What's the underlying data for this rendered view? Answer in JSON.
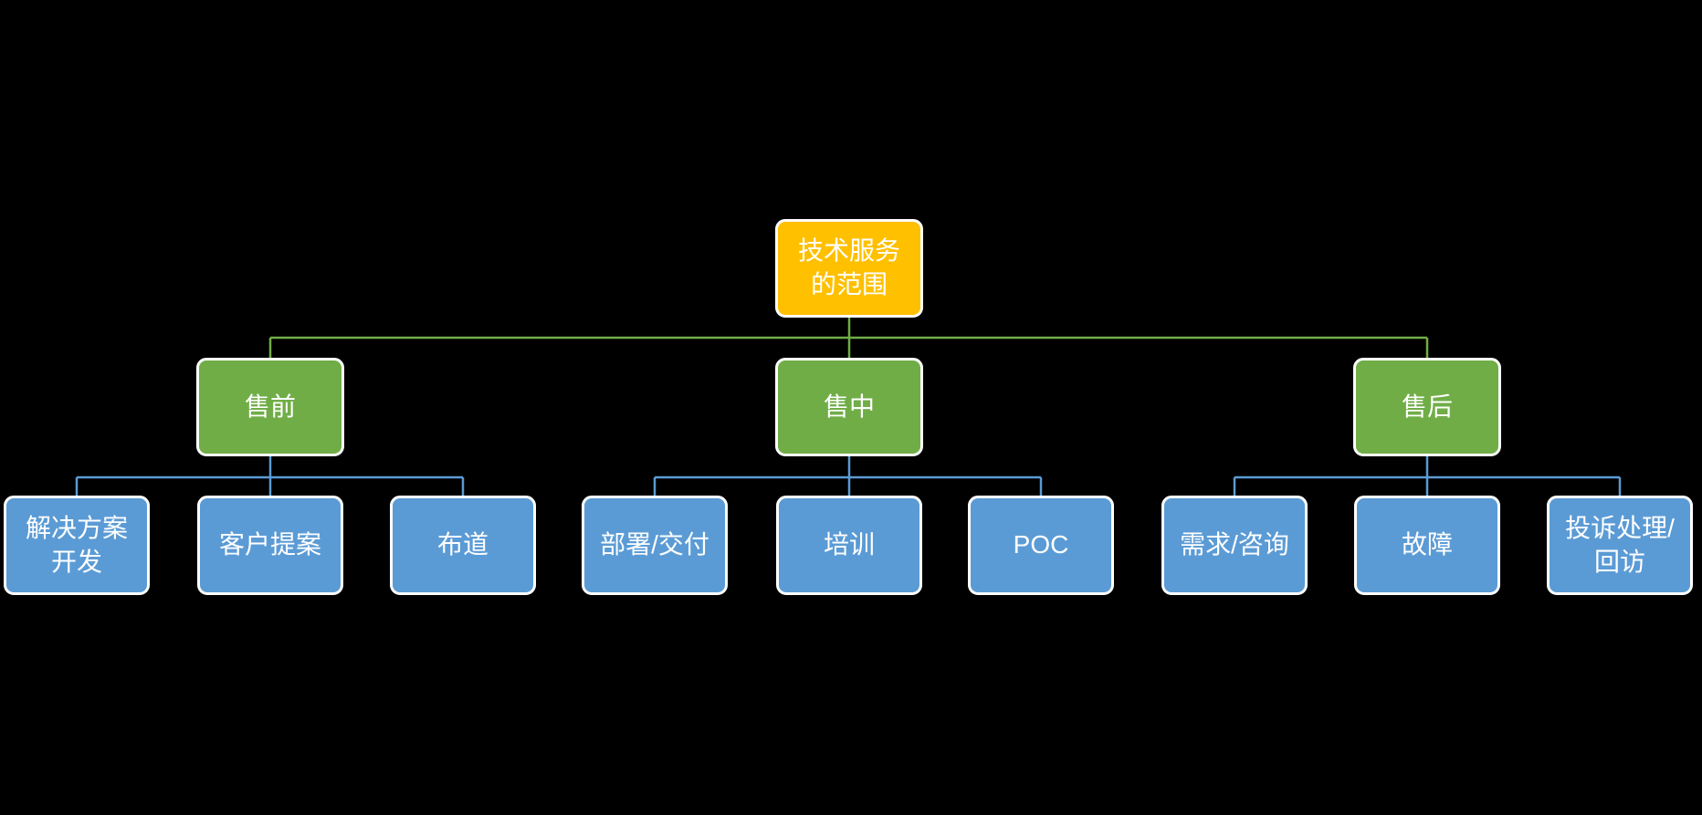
{
  "diagram": {
    "root": {
      "label": "技术服务\n的范围"
    },
    "groups": [
      {
        "label": "售前",
        "children": [
          {
            "label": "解决方案\n开发"
          },
          {
            "label": "客户提案"
          },
          {
            "label": "布道"
          }
        ]
      },
      {
        "label": "售中",
        "children": [
          {
            "label": "部署/交付"
          },
          {
            "label": "培训"
          },
          {
            "label": "POC"
          }
        ]
      },
      {
        "label": "售后",
        "children": [
          {
            "label": "需求/咨询"
          },
          {
            "label": "故障"
          },
          {
            "label": "投诉处理/\n回访"
          }
        ]
      }
    ],
    "colors": {
      "background": "#000000",
      "root_fill": "#FFC000",
      "group_fill": "#70AD47",
      "leaf_fill": "#5B9BD5",
      "green_connector": "#70AD47",
      "blue_connector": "#5B9BD5",
      "box_border": "#FFFFFF",
      "text": "#FFFFFF"
    }
  }
}
